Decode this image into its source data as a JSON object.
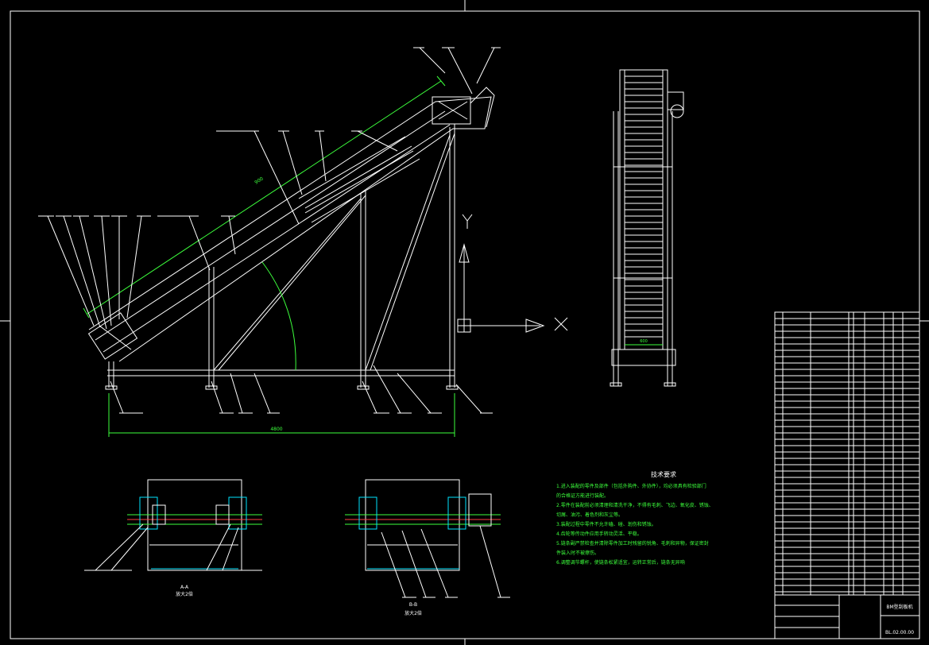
{
  "drawing": {
    "tech_title": "技术要求",
    "tech_lines": [
      "1.进入装配的零件及部件（包括外购件、外协件），均必须具有检验部门",
      "的合格证方能进行装配。",
      "2.零件在装配前必须清理和清洗干净，不得有毛刺、飞边、氧化皮、锈蚀、",
      "切屑、油污、着色剂和灰尘等。",
      "3.装配过程中零件不允许磕、碰、划伤和锈蚀。",
      "4.齿轮等传动件应用手转动灵活、平稳。",
      "5.链条副严禁检查并清除零件加工时残留的锐角、毛刺和异物，保证密封",
      "件装入时不被擦伤。",
      "6.调整调节螺杆，使链条松紧适宜，运转正常后，链条无异响"
    ],
    "dim_total": "4800",
    "dim_incline": "900",
    "dim_width": "600",
    "axis_x": "X",
    "axis_y": "Y",
    "section_a_title": "A-A",
    "section_a_sub": "放大2倍",
    "section_b_title": "B-B",
    "section_b_sub": "放大2倍",
    "title_block_name": "BM型刮板机",
    "title_block_code": "BL.02.00.00"
  }
}
